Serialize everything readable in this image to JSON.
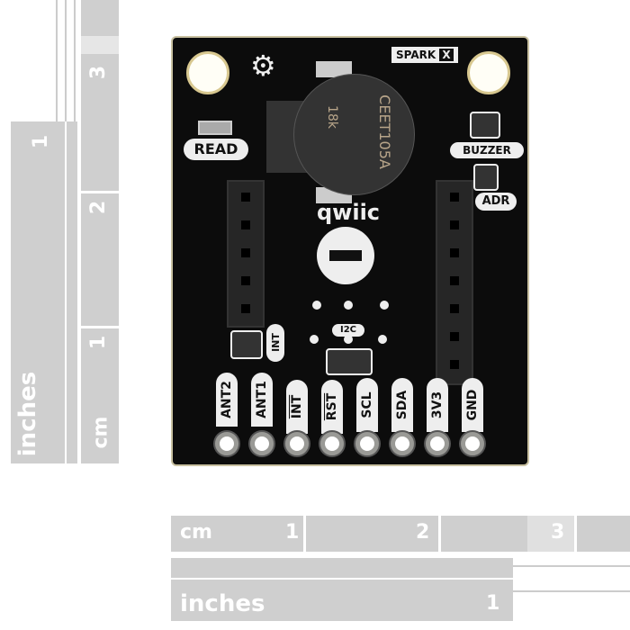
{
  "left_ruler": {
    "inches_label": "inches",
    "inch_marks": [
      "1"
    ],
    "cm_label": "cm",
    "cm_marks": [
      "3",
      "2",
      "1"
    ]
  },
  "bottom_ruler": {
    "cm_label": "cm",
    "cm_marks": [
      "1",
      "2",
      "3"
    ],
    "inches_label": "inches",
    "inch_marks": [
      "1"
    ]
  },
  "board": {
    "logo": "SPARK",
    "logo_x": "X",
    "buzzer_text": [
      "CEET105A",
      "18k"
    ],
    "silk_labels": {
      "read": "READ",
      "buzzer": "BUZZER",
      "adr": "ADR",
      "qwiic": "qwiic",
      "int_jumper": "INT",
      "i2c": "I2C"
    },
    "pins": [
      "ANT2",
      "ANT1",
      "INT",
      "RST",
      "SCL",
      "SDA",
      "3V3",
      "GND"
    ],
    "board_color": "#0c0c0c"
  }
}
